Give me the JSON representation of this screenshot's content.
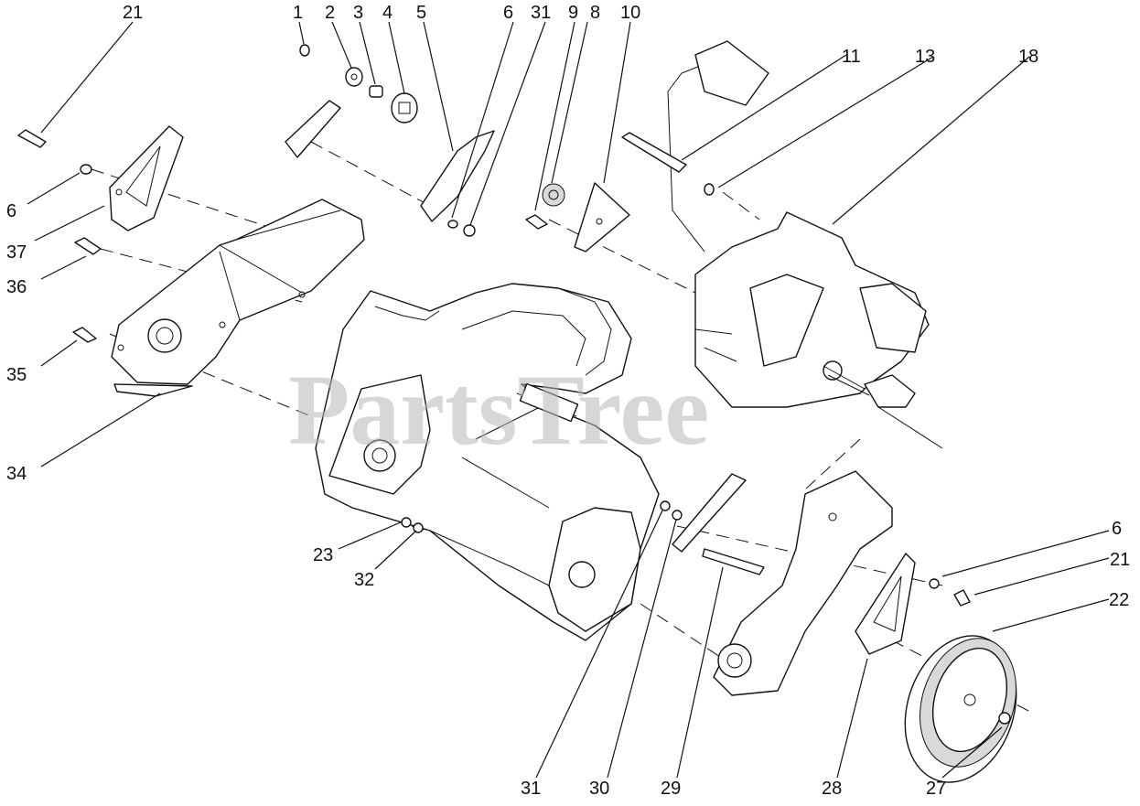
{
  "watermark": "PartsTree",
  "callouts": [
    {
      "id": "c21a",
      "label": "21"
    },
    {
      "id": "c6a",
      "label": "6"
    },
    {
      "id": "c37",
      "label": "37"
    },
    {
      "id": "c36",
      "label": "36"
    },
    {
      "id": "c35",
      "label": "35"
    },
    {
      "id": "c34",
      "label": "34"
    },
    {
      "id": "c1",
      "label": "1"
    },
    {
      "id": "c2",
      "label": "2"
    },
    {
      "id": "c3",
      "label": "3"
    },
    {
      "id": "c4",
      "label": "4"
    },
    {
      "id": "c5",
      "label": "5"
    },
    {
      "id": "c6b",
      "label": "6"
    },
    {
      "id": "c31a",
      "label": "31"
    },
    {
      "id": "c9",
      "label": "9"
    },
    {
      "id": "c8",
      "label": "8"
    },
    {
      "id": "c10",
      "label": "10"
    },
    {
      "id": "c11",
      "label": "11"
    },
    {
      "id": "c13",
      "label": "13"
    },
    {
      "id": "c18",
      "label": "18"
    },
    {
      "id": "c23",
      "label": "23"
    },
    {
      "id": "c32",
      "label": "32"
    },
    {
      "id": "c6c",
      "label": "6"
    },
    {
      "id": "c21b",
      "label": "21"
    },
    {
      "id": "c22",
      "label": "22"
    },
    {
      "id": "c31b",
      "label": "31"
    },
    {
      "id": "c30",
      "label": "30"
    },
    {
      "id": "c29",
      "label": "29"
    },
    {
      "id": "c28",
      "label": "28"
    },
    {
      "id": "c27",
      "label": "27"
    }
  ]
}
